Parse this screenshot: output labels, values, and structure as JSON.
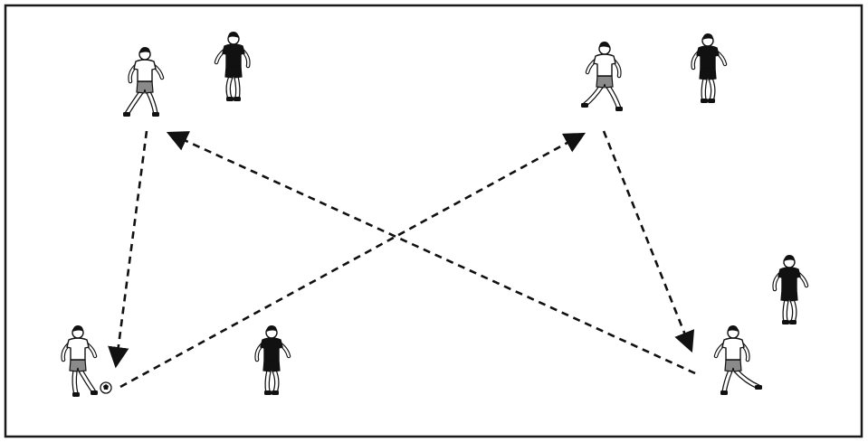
{
  "diagram": {
    "field_color": "#ffffff",
    "border_color": "#1a1a1a",
    "team_white": {
      "shirt": "#ffffff",
      "shorts": "#8a8a8a",
      "skin": "#2a2a2a"
    },
    "team_black": {
      "shirt": "#111111",
      "shorts": "#111111",
      "skin": "#f2f2f2"
    },
    "arrow_color": "#111111",
    "players": [
      {
        "id": "white-top-left",
        "team": "white",
        "pose": "run-left"
      },
      {
        "id": "black-top-left",
        "team": "black",
        "pose": "jog"
      },
      {
        "id": "white-top-right",
        "team": "white",
        "pose": "run-right"
      },
      {
        "id": "black-top-right",
        "team": "black",
        "pose": "jog"
      },
      {
        "id": "white-bottom-left",
        "team": "white",
        "pose": "dribble",
        "has_ball": true
      },
      {
        "id": "black-bottom-left",
        "team": "black",
        "pose": "jog"
      },
      {
        "id": "white-bottom-right",
        "team": "white",
        "pose": "kick"
      },
      {
        "id": "black-right",
        "team": "black",
        "pose": "jog"
      }
    ],
    "passes": [
      {
        "from": "white-top-left",
        "to": "white-bottom-left"
      },
      {
        "from": "white-bottom-left",
        "to": "white-top-right"
      },
      {
        "from": "white-top-right",
        "to": "white-bottom-right"
      },
      {
        "from": "white-bottom-right",
        "to": "white-top-left"
      }
    ]
  }
}
